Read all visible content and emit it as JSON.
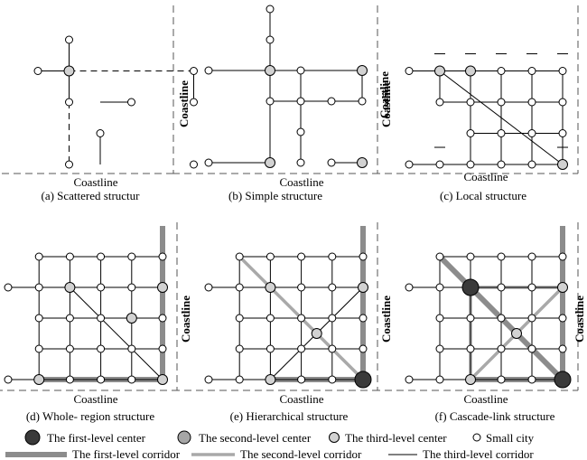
{
  "colors": {
    "first_node": "#3a3a3a",
    "second_node": "#a6a6a6",
    "third_node": "#d2d2d2",
    "small_node": "#ffffff",
    "first_corridor": "#8c8c8c",
    "second_corridor": "#a9a9a9",
    "third_corridor": "#000000",
    "coastline": "#555555"
  },
  "coast_label": "Coastline",
  "panels": [
    {
      "caption": "(a) Scattered structur",
      "coast_labels": [
        "Coastline",
        "Coastline"
      ],
      "nodes": [
        [
          "s",
          1,
          0
        ],
        [
          "s",
          0,
          1
        ],
        [
          "s",
          1,
          2
        ],
        [
          "s",
          3,
          2
        ],
        [
          "s",
          5,
          1
        ],
        [
          "s",
          5,
          2
        ],
        [
          "s",
          2,
          3
        ],
        [
          "s",
          1,
          4
        ],
        [
          "s",
          5,
          4
        ],
        [
          "3",
          1,
          1
        ]
      ],
      "third": [
        [
          [
            1,
            0
          ],
          [
            1,
            1
          ]
        ],
        [
          [
            0,
            1
          ],
          [
            1,
            1
          ]
        ],
        [
          [
            1,
            1
          ],
          [
            1,
            2
          ]
        ],
        [
          [
            2,
            2
          ],
          [
            3,
            2
          ]
        ],
        [
          [
            5,
            1
          ],
          [
            5,
            2
          ]
        ],
        [
          [
            2,
            3
          ],
          [
            2,
            4
          ]
        ]
      ],
      "dashed": [
        [
          [
            1,
            1
          ],
          [
            5,
            1
          ]
        ],
        [
          [
            1,
            2
          ],
          [
            1,
            4
          ]
        ]
      ],
      "second": [],
      "first": []
    },
    {
      "caption": "(b) Simple structure",
      "coast_labels": [
        "Coastline",
        "Coastline"
      ],
      "nodes": [
        [
          "s",
          2,
          -1
        ],
        [
          "s",
          2,
          0
        ],
        [
          "s",
          0,
          1
        ],
        [
          "3",
          2,
          1
        ],
        [
          "s",
          3,
          1
        ],
        [
          "3",
          5,
          1
        ],
        [
          "s",
          2,
          2
        ],
        [
          "s",
          3,
          2
        ],
        [
          "s",
          4,
          2
        ],
        [
          "s",
          5,
          2
        ],
        [
          "s",
          3,
          3
        ],
        [
          "s",
          3,
          4
        ],
        [
          "s",
          0,
          4
        ],
        [
          "3",
          2,
          4
        ],
        [
          "s",
          4,
          4
        ],
        [
          "3",
          5,
          4
        ]
      ],
      "third": [
        [
          [
            2,
            -1
          ],
          [
            2,
            0
          ]
        ],
        [
          [
            2,
            0
          ],
          [
            2,
            1
          ]
        ],
        [
          [
            0,
            1
          ],
          [
            5,
            1
          ]
        ],
        [
          [
            2,
            1
          ],
          [
            2,
            4
          ]
        ],
        [
          [
            3,
            1
          ],
          [
            3,
            2
          ]
        ],
        [
          [
            2,
            2
          ],
          [
            5,
            2
          ]
        ],
        [
          [
            5,
            1
          ],
          [
            5,
            2
          ]
        ],
        [
          [
            3,
            2
          ],
          [
            3,
            4
          ]
        ],
        [
          [
            0,
            4
          ],
          [
            2,
            4
          ]
        ],
        [
          [
            4,
            4
          ],
          [
            5,
            4
          ]
        ]
      ],
      "dashed": [],
      "second": [],
      "first": []
    },
    {
      "caption": "(c) Local structure",
      "coast_labels": [
        "Coastline",
        "Coastline"
      ],
      "nodes": [
        [
          "s",
          0,
          1
        ],
        [
          "3",
          1,
          1
        ],
        [
          "3",
          2,
          1
        ],
        [
          "s",
          3,
          1
        ],
        [
          "s",
          4,
          1
        ],
        [
          "s",
          5,
          1
        ],
        [
          "s",
          1,
          2
        ],
        [
          "s",
          2,
          2
        ],
        [
          "s",
          3,
          2
        ],
        [
          "s",
          4,
          2
        ],
        [
          "s",
          5,
          2
        ],
        [
          "s",
          2,
          3
        ],
        [
          "s",
          3,
          3
        ],
        [
          "s",
          4,
          3
        ],
        [
          "s",
          5,
          3
        ],
        [
          "s",
          0,
          4
        ],
        [
          "s",
          1,
          4
        ],
        [
          "s",
          2,
          4
        ],
        [
          "s",
          3,
          4
        ],
        [
          "s",
          4,
          4
        ],
        [
          "3",
          5,
          4
        ]
      ],
      "ticks": [
        [
          1,
          1
        ],
        [
          2,
          1
        ],
        [
          3,
          1
        ],
        [
          4,
          1
        ],
        [
          5,
          1
        ],
        [
          1,
          4
        ],
        [
          5,
          4
        ]
      ],
      "third": [
        [
          [
            0,
            1
          ],
          [
            5,
            1
          ]
        ],
        [
          [
            1,
            1
          ],
          [
            5,
            4
          ]
        ],
        [
          [
            2,
            1
          ],
          [
            2,
            4
          ]
        ],
        [
          [
            3,
            1
          ],
          [
            3,
            4
          ]
        ],
        [
          [
            4,
            1
          ],
          [
            4,
            4
          ]
        ],
        [
          [
            1,
            2
          ],
          [
            5,
            2
          ]
        ],
        [
          [
            2,
            3
          ],
          [
            5,
            3
          ]
        ],
        [
          [
            0,
            4
          ],
          [
            5,
            4
          ]
        ],
        [
          [
            1,
            1
          ],
          [
            1,
            2
          ]
        ],
        [
          [
            5,
            1
          ],
          [
            5,
            4
          ]
        ]
      ],
      "dashed": [],
      "second": [],
      "first": []
    },
    {
      "caption": "(d) Whole- region structure",
      "coast_labels": [
        "Coastline",
        "Coastline"
      ],
      "nodes": [
        [
          "s",
          1,
          0
        ],
        [
          "s",
          2,
          0
        ],
        [
          "s",
          3,
          0
        ],
        [
          "s",
          4,
          0
        ],
        [
          "s",
          5,
          0
        ],
        [
          "s",
          0,
          1
        ],
        [
          "s",
          1,
          1
        ],
        [
          "3",
          2,
          1
        ],
        [
          "s",
          3,
          1
        ],
        [
          "s",
          4,
          1
        ],
        [
          "3",
          5,
          1
        ],
        [
          "s",
          1,
          2
        ],
        [
          "s",
          2,
          2
        ],
        [
          "s",
          3,
          2
        ],
        [
          "3",
          4,
          2
        ],
        [
          "s",
          5,
          2
        ],
        [
          "s",
          1,
          3
        ],
        [
          "s",
          2,
          3
        ],
        [
          "s",
          3,
          3
        ],
        [
          "s",
          4,
          3
        ],
        [
          "s",
          5,
          3
        ],
        [
          "s",
          0,
          4
        ],
        [
          "3",
          1,
          4
        ],
        [
          "s",
          2,
          4
        ],
        [
          "s",
          3,
          4
        ],
        [
          "s",
          4,
          4
        ],
        [
          "3",
          5,
          4
        ]
      ],
      "third": [
        [
          [
            1,
            0
          ],
          [
            5,
            0
          ]
        ],
        [
          [
            0,
            1
          ],
          [
            5,
            1
          ]
        ],
        [
          [
            1,
            2
          ],
          [
            5,
            2
          ]
        ],
        [
          [
            1,
            3
          ],
          [
            5,
            3
          ]
        ],
        [
          [
            0,
            4
          ],
          [
            5,
            4
          ]
        ],
        [
          [
            1,
            0
          ],
          [
            1,
            4
          ]
        ],
        [
          [
            2,
            0
          ],
          [
            2,
            4
          ]
        ],
        [
          [
            3,
            0
          ],
          [
            3,
            4
          ]
        ],
        [
          [
            4,
            0
          ],
          [
            4,
            4
          ]
        ],
        [
          [
            2,
            1
          ],
          [
            5,
            4
          ]
        ]
      ],
      "second": [],
      "first": [
        [
          [
            1,
            4
          ],
          [
            5,
            4
          ]
        ],
        [
          [
            5,
            -1
          ],
          [
            5,
            4
          ]
        ]
      ],
      "dashed": []
    },
    {
      "caption": "(e) Hierarchical structure",
      "coast_labels": [
        "Coastline",
        "Coastline"
      ],
      "nodes": [
        [
          "s",
          1,
          0
        ],
        [
          "s",
          2,
          0
        ],
        [
          "s",
          3,
          0
        ],
        [
          "s",
          4,
          0
        ],
        [
          "s",
          5,
          0
        ],
        [
          "s",
          0,
          1
        ],
        [
          "s",
          1,
          1
        ],
        [
          "3",
          2,
          1
        ],
        [
          "s",
          3,
          1
        ],
        [
          "s",
          4,
          1
        ],
        [
          "3",
          5,
          1
        ],
        [
          "s",
          1,
          2
        ],
        [
          "s",
          2,
          2
        ],
        [
          "s",
          3,
          2
        ],
        [
          "s",
          4,
          2
        ],
        [
          "s",
          5,
          2
        ],
        [
          "3",
          3.5,
          2.5
        ],
        [
          "s",
          1,
          3
        ],
        [
          "s",
          2,
          3
        ],
        [
          "s",
          3,
          3
        ],
        [
          "s",
          4,
          3
        ],
        [
          "s",
          5,
          3
        ],
        [
          "s",
          0,
          4
        ],
        [
          "s",
          1,
          4
        ],
        [
          "3",
          2,
          4
        ],
        [
          "s",
          3,
          4
        ],
        [
          "s",
          4,
          4
        ],
        [
          "1",
          5,
          4
        ]
      ],
      "third": [
        [
          [
            1,
            0
          ],
          [
            5,
            0
          ]
        ],
        [
          [
            0,
            1
          ],
          [
            5,
            1
          ]
        ],
        [
          [
            1,
            2
          ],
          [
            5,
            2
          ]
        ],
        [
          [
            1,
            3
          ],
          [
            5,
            3
          ]
        ],
        [
          [
            0,
            4
          ],
          [
            5,
            4
          ]
        ],
        [
          [
            1,
            0
          ],
          [
            1,
            4
          ]
        ],
        [
          [
            2,
            0
          ],
          [
            2,
            4
          ]
        ],
        [
          [
            3,
            0
          ],
          [
            3,
            4
          ]
        ],
        [
          [
            4,
            0
          ],
          [
            4,
            4
          ]
        ],
        [
          [
            3.5,
            2.5
          ],
          [
            2,
            4
          ]
        ],
        [
          [
            3.5,
            2.5
          ],
          [
            5,
            1
          ]
        ]
      ],
      "second": [
        [
          [
            1,
            0
          ],
          [
            5,
            4
          ]
        ]
      ],
      "first": [
        [
          [
            2,
            4
          ],
          [
            5,
            4
          ]
        ],
        [
          [
            5,
            -1
          ],
          [
            5,
            4
          ]
        ]
      ],
      "dashed": []
    },
    {
      "caption": "(f) Cascade-link structure",
      "coast_labels": [
        "Coastline",
        "Coastline"
      ],
      "nodes": [
        [
          "s",
          1,
          0
        ],
        [
          "s",
          2,
          0
        ],
        [
          "s",
          3,
          0
        ],
        [
          "s",
          4,
          0
        ],
        [
          "s",
          5,
          0
        ],
        [
          "s",
          0,
          1
        ],
        [
          "s",
          1,
          1
        ],
        [
          "1",
          2,
          1
        ],
        [
          "s",
          3,
          1
        ],
        [
          "s",
          4,
          1
        ],
        [
          "3",
          5,
          1
        ],
        [
          "s",
          1,
          2
        ],
        [
          "s",
          2,
          2
        ],
        [
          "s",
          3,
          2
        ],
        [
          "s",
          4,
          2
        ],
        [
          "s",
          5,
          2
        ],
        [
          "3",
          3.5,
          2.5
        ],
        [
          "s",
          1,
          3
        ],
        [
          "s",
          2,
          3
        ],
        [
          "s",
          3,
          3
        ],
        [
          "s",
          4,
          3
        ],
        [
          "s",
          5,
          3
        ],
        [
          "s",
          0,
          4
        ],
        [
          "s",
          1,
          4
        ],
        [
          "3",
          2,
          4
        ],
        [
          "s",
          3,
          4
        ],
        [
          "s",
          4,
          4
        ],
        [
          "1",
          5,
          4
        ]
      ],
      "third": [
        [
          [
            1,
            0
          ],
          [
            5,
            0
          ]
        ],
        [
          [
            0,
            1
          ],
          [
            5,
            1
          ]
        ],
        [
          [
            1,
            2
          ],
          [
            5,
            2
          ]
        ],
        [
          [
            1,
            3
          ],
          [
            5,
            3
          ]
        ],
        [
          [
            0,
            4
          ],
          [
            5,
            4
          ]
        ],
        [
          [
            1,
            0
          ],
          [
            1,
            4
          ]
        ],
        [
          [
            2,
            0
          ],
          [
            2,
            4
          ]
        ],
        [
          [
            3,
            0
          ],
          [
            3,
            4
          ]
        ],
        [
          [
            4,
            0
          ],
          [
            4,
            4
          ]
        ]
      ],
      "second": [
        [
          [
            2,
            1
          ],
          [
            5,
            1
          ]
        ],
        [
          [
            2,
            1
          ],
          [
            2,
            4
          ]
        ],
        [
          [
            3.5,
            2.5
          ],
          [
            2,
            4
          ]
        ],
        [
          [
            3.5,
            2.5
          ],
          [
            5,
            1
          ]
        ]
      ],
      "first": [
        [
          [
            1,
            0
          ],
          [
            5,
            4
          ]
        ],
        [
          [
            2,
            4
          ],
          [
            5,
            4
          ]
        ],
        [
          [
            5,
            -1
          ],
          [
            5,
            4
          ]
        ]
      ],
      "dashed": []
    }
  ],
  "legend": {
    "first_center": "The first-level center",
    "second_center": "The second-level center",
    "third_center": "The third-level center",
    "small_city": "Small city",
    "first_corridor": "The first-level corridor",
    "second_corridor": "The second-level corridor",
    "third_corridor": "The third-level corridor"
  }
}
